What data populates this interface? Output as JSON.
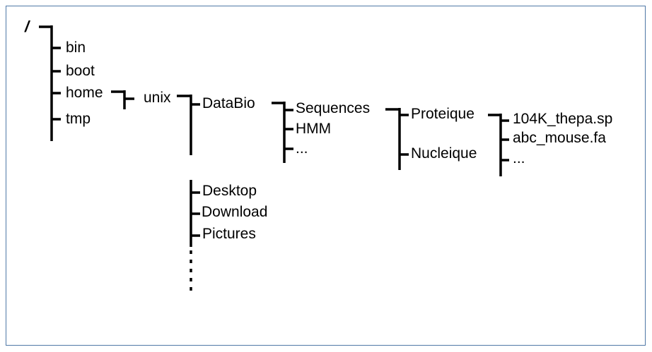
{
  "root": "/",
  "root_children": [
    "bin",
    "boot",
    "home",
    "tmp"
  ],
  "home_children": [
    "unix"
  ],
  "unix_children": [
    "DataBio",
    "Desktop",
    "Download",
    "Pictures"
  ],
  "databio_children": [
    "Sequences",
    "HMM",
    "..."
  ],
  "sequences_children": [
    "Proteique",
    "Nucleique"
  ],
  "proteique_children": [
    "104K_thepa.sp",
    "abc_mouse.fa",
    "..."
  ],
  "colors": {
    "frame_border": "#4f78a6",
    "line": "#000000",
    "text": "#000000"
  }
}
